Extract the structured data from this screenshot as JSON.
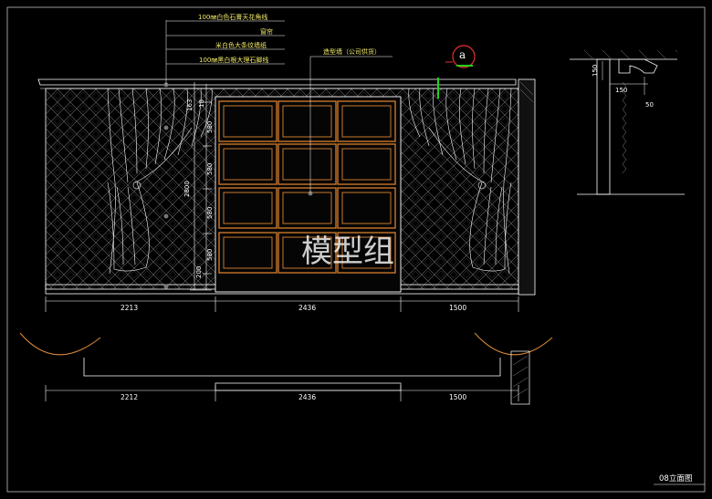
{
  "drawing": {
    "title": "08立面图",
    "watermark": "模型组",
    "section_bubble": "a",
    "colors": {
      "background": "#000000",
      "line": "#ffffff",
      "annotation": "#f1e96a",
      "panel_frame": "#c8762a",
      "marker_green": "#1fd31f",
      "marker_red": "#e63030",
      "arc": "#d9893a"
    }
  },
  "annotations": [
    {
      "text": "100㎜白色石膏天花角线"
    },
    {
      "text": "窗帘"
    },
    {
      "text": "米白色大条纹墙纸"
    },
    {
      "text": "100㎜黑白根大理石脚线"
    },
    {
      "text": "造型墙（公司供货）"
    }
  ],
  "elevation": {
    "dims_horizontal": [
      "2213",
      "2436",
      "1500"
    ],
    "dims_vertical": [
      "163",
      "18",
      "580",
      "580",
      "2800",
      "580",
      "580",
      "200"
    ]
  },
  "plan": {
    "dims_horizontal": [
      "2212",
      "2436",
      "1500"
    ]
  },
  "section_detail": {
    "dims": [
      "150",
      "150",
      "50"
    ]
  }
}
